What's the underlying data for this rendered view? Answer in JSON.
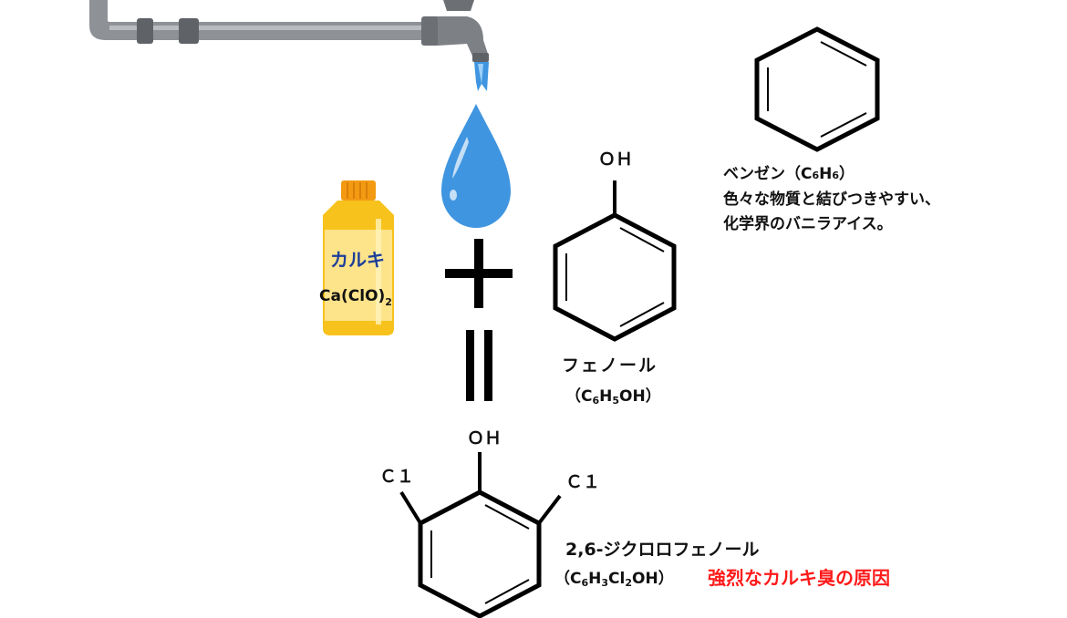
{
  "colors": {
    "pipe": "#8e9196",
    "pipe_light": "#b9bcc0",
    "pipe_dark": "#5f6368",
    "water": "#3f95e0",
    "water_light": "#9fd0f7",
    "bottle": "#f7c21b",
    "bottle_cap": "#f39a12",
    "bottle_text": "#1d3f9a",
    "highlight": "#ff1a1a"
  },
  "icons": {
    "faucet": "faucet-icon",
    "water_drop": "water-drop-icon",
    "bottle": "chlorine-bottle-icon"
  },
  "bottle_label": {
    "name": "カルキ",
    "formula_main": "Ca(ClO)",
    "formula_sub": "2"
  },
  "operators": {
    "plus": "+",
    "equals": "="
  },
  "benzene": {
    "label": "ベンゼン（",
    "formula_c": "C",
    "formula_c_sub": "6",
    "formula_h": "H",
    "formula_h_sub": "6",
    "formula_close": "）",
    "desc_line1": "色々な物質と結びつきやすい、",
    "desc_line2": "化学界のバニラアイス。"
  },
  "phenol": {
    "oh": "ＯＨ",
    "name": "フェノール",
    "formula_open": "（",
    "c": "C",
    "c_sub": "6",
    "h": "H",
    "h_sub": "5",
    "rest": "OH",
    "formula_close": "）"
  },
  "dichlorophenol": {
    "oh": "ＯＨ",
    "cl_left": "Ｃ１",
    "cl_right": "Ｃ１",
    "name": "2,6-ジクロロフェノール",
    "formula_open": "（",
    "c": "C",
    "c_sub": "6",
    "h": "H",
    "h_sub": "3",
    "cl": "Cl",
    "cl_sub": "2",
    "rest": "OH",
    "formula_close": "）",
    "note": "強烈なカルキ臭の原因"
  }
}
